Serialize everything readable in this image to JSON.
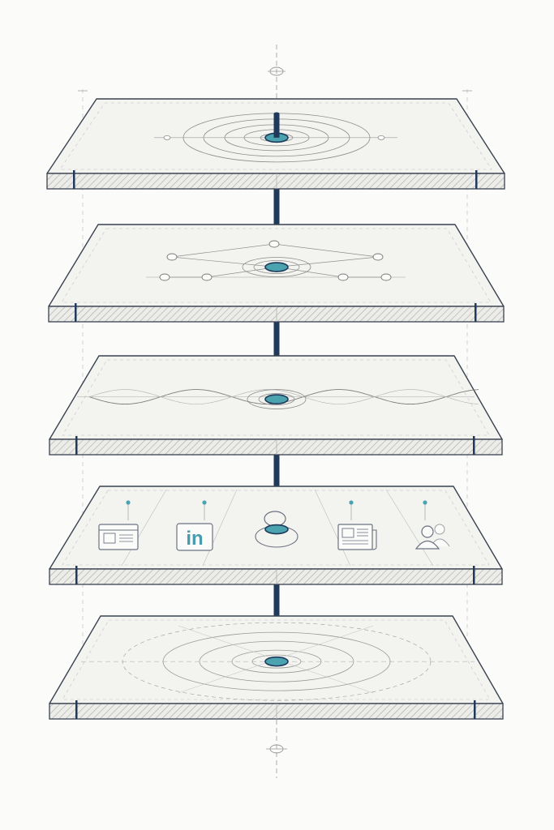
{
  "colors": {
    "background": "#fbfbfa",
    "plate_top": "#f3f3f0",
    "plate_edge": "#ecece8",
    "outline": "#3a4250",
    "hatch": "#9a9a9a",
    "guide": "#9a9a9a",
    "axis_rod": "#1f3a5a",
    "accent_teal": "#4ba3b0",
    "icon_stroke": "#6b7280",
    "linkedin_text": "#4a9bb0"
  },
  "layers": [
    {
      "id": "layer-1",
      "motif": "concentric-rings",
      "icons": []
    },
    {
      "id": "layer-2",
      "motif": "network-nodes",
      "icons": []
    },
    {
      "id": "layer-3",
      "motif": "wave",
      "icons": []
    },
    {
      "id": "layer-4",
      "motif": "platform-icons",
      "icons": [
        {
          "name": "browser-window-icon"
        },
        {
          "name": "linkedin-icon",
          "text": "in"
        },
        {
          "name": "chat-bubble-icon"
        },
        {
          "name": "newspaper-icon"
        },
        {
          "name": "people-icon"
        }
      ]
    },
    {
      "id": "layer-5",
      "motif": "large-rings",
      "icons": []
    }
  ]
}
